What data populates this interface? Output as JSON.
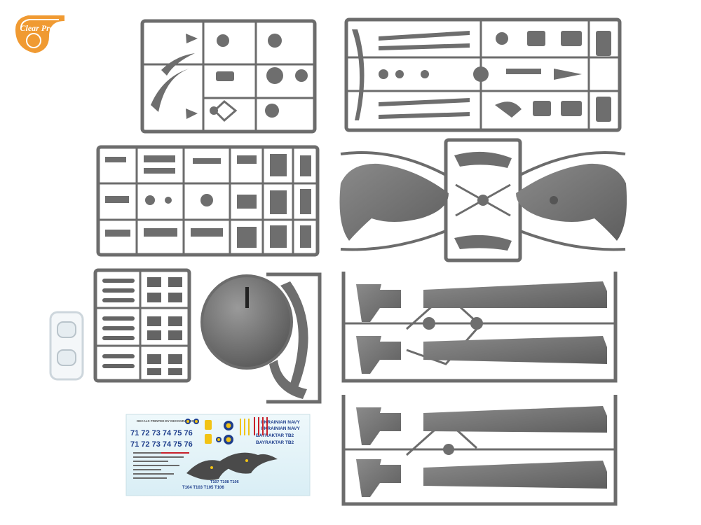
{
  "logo": {
    "text": "Clear Prop!"
  },
  "decal_sheet": {
    "header_small": "DECALS PRINTED BY DECOGRAPHIC",
    "title_1": "UKRAINIAN NAVY",
    "title_2": "UKRAINIAN NAVY",
    "name_1": "BAYRAKTAR TB2",
    "name_2": "BAYRAKTAR TB2",
    "numbers_row_1": "71 72 73 74 75 76",
    "numbers_row_2": "71 72 73 74 75 76",
    "codes_row": "T104  T103  T105  T106",
    "codes_row_2": "T107 T108 T106"
  },
  "colors": {
    "plastic": "#747474",
    "plastic_dark": "#5a5a5a",
    "decal_blue": "#1e3e8c",
    "decal_yellow": "#f2c314",
    "decal_red": "#c8202a",
    "logo_orange": "#f09a32"
  }
}
